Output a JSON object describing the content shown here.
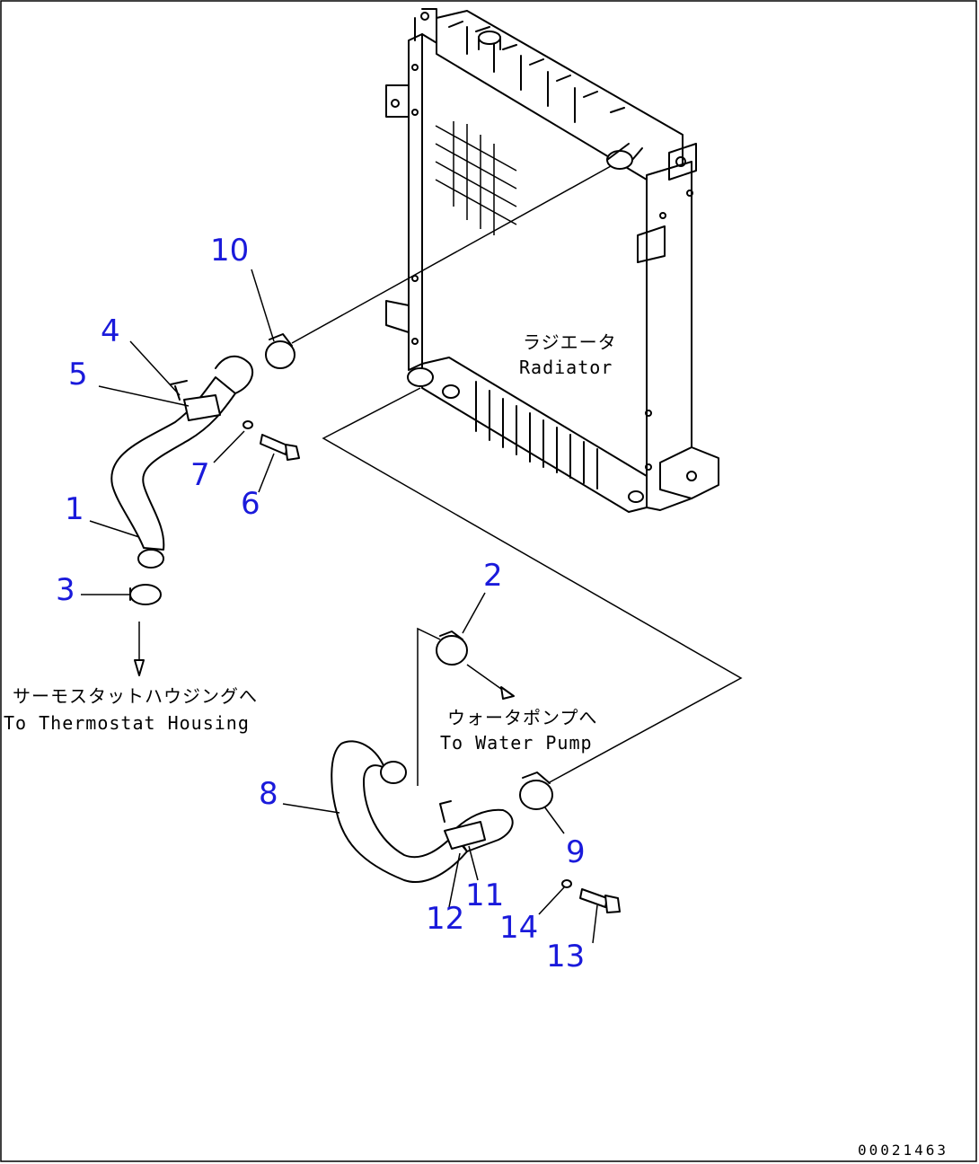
{
  "callouts": {
    "c1": "1",
    "c2": "2",
    "c3": "3",
    "c4": "4",
    "c5": "5",
    "c6": "6",
    "c7": "7",
    "c8": "8",
    "c9": "9",
    "c10": "10",
    "c11": "11",
    "c12": "12",
    "c13": "13",
    "c14": "14"
  },
  "labels": {
    "radiator_jp": "ラジエータ",
    "radiator_en": "Radiator",
    "thermostat_jp": "サーモスタットハウジングへ",
    "thermostat_en": "To Thermostat Housing",
    "pump_jp": "ウォータポンプへ",
    "pump_en": "To Water Pump"
  },
  "drawing_code": "00021463",
  "colors": {
    "callout": "#1a1adb",
    "line": "#000000"
  }
}
